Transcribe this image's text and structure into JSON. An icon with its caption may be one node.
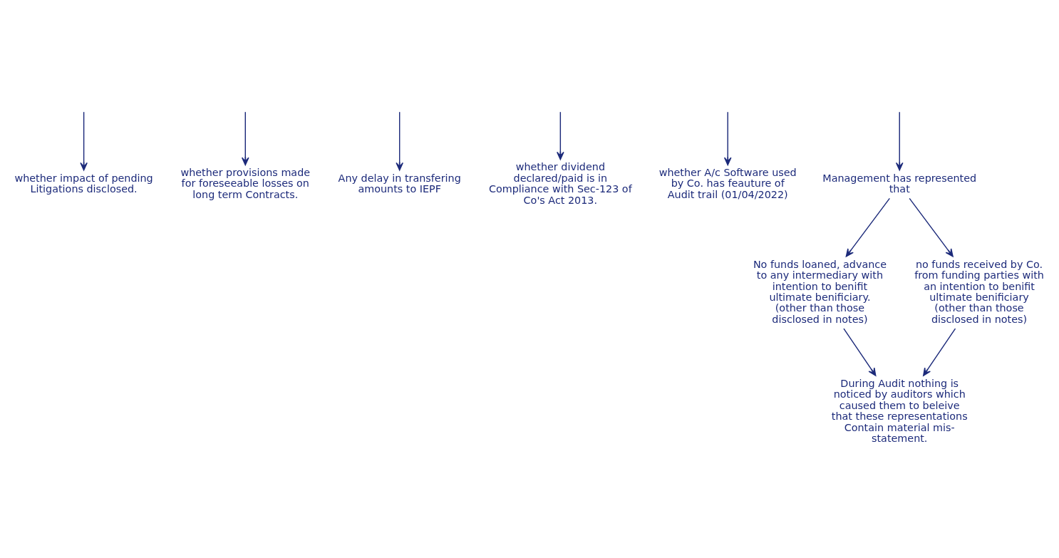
{
  "diagram": {
    "nodes": [
      {
        "text": [
          "whether impact of pending Litigations disclosed."
        ]
      },
      {
        "text": [
          "whether provisions made for foreseeable losses on long term Contracts."
        ]
      },
      {
        "text": [
          "Any delay in transfering amounts to IEPF"
        ]
      },
      {
        "text": [
          "whether dividend declared/paid is in Compliance with Sec-123 of Co's Act 2013."
        ]
      },
      {
        "text": [
          "whether A/c Software used by Co. has feauture of Audit trail (01/04/2022)"
        ]
      },
      {
        "text": [
          "Management has represented that"
        ]
      },
      {
        "text": [
          "No funds loaned, advance to any intermediary with intention to benifit ultimate benificiary. (other than those disclosed in notes)"
        ]
      },
      {
        "text": [
          "no funds received by Co. from funding parties with an intention to benifit ultimate benificiary (other than those disclosed in notes)"
        ]
      },
      {
        "text": [
          "During Audit nothing is noticed by auditors which caused them to beleive that these representations Contain material mis-statement."
        ]
      }
    ],
    "edges": [
      {
        "from": null,
        "to": 0,
        "arrow": "to"
      },
      {
        "from": null,
        "to": 4,
        "arrow": "to"
      },
      {
        "from": null,
        "to": 1,
        "arrow": "to"
      },
      {
        "from": null,
        "to": 2,
        "arrow": "to"
      },
      {
        "from": null,
        "to": 5,
        "arrow": "to"
      },
      {
        "from": null,
        "to": 3,
        "arrow": "to"
      },
      {
        "from": 5,
        "to": 6,
        "arrow": "to"
      },
      {
        "from": 5,
        "to": 7,
        "arrow": "to"
      },
      {
        "from": 6,
        "to": 8,
        "arrow": "to"
      },
      {
        "from": 7,
        "to": 8,
        "arrow": "to"
      }
    ]
  }
}
